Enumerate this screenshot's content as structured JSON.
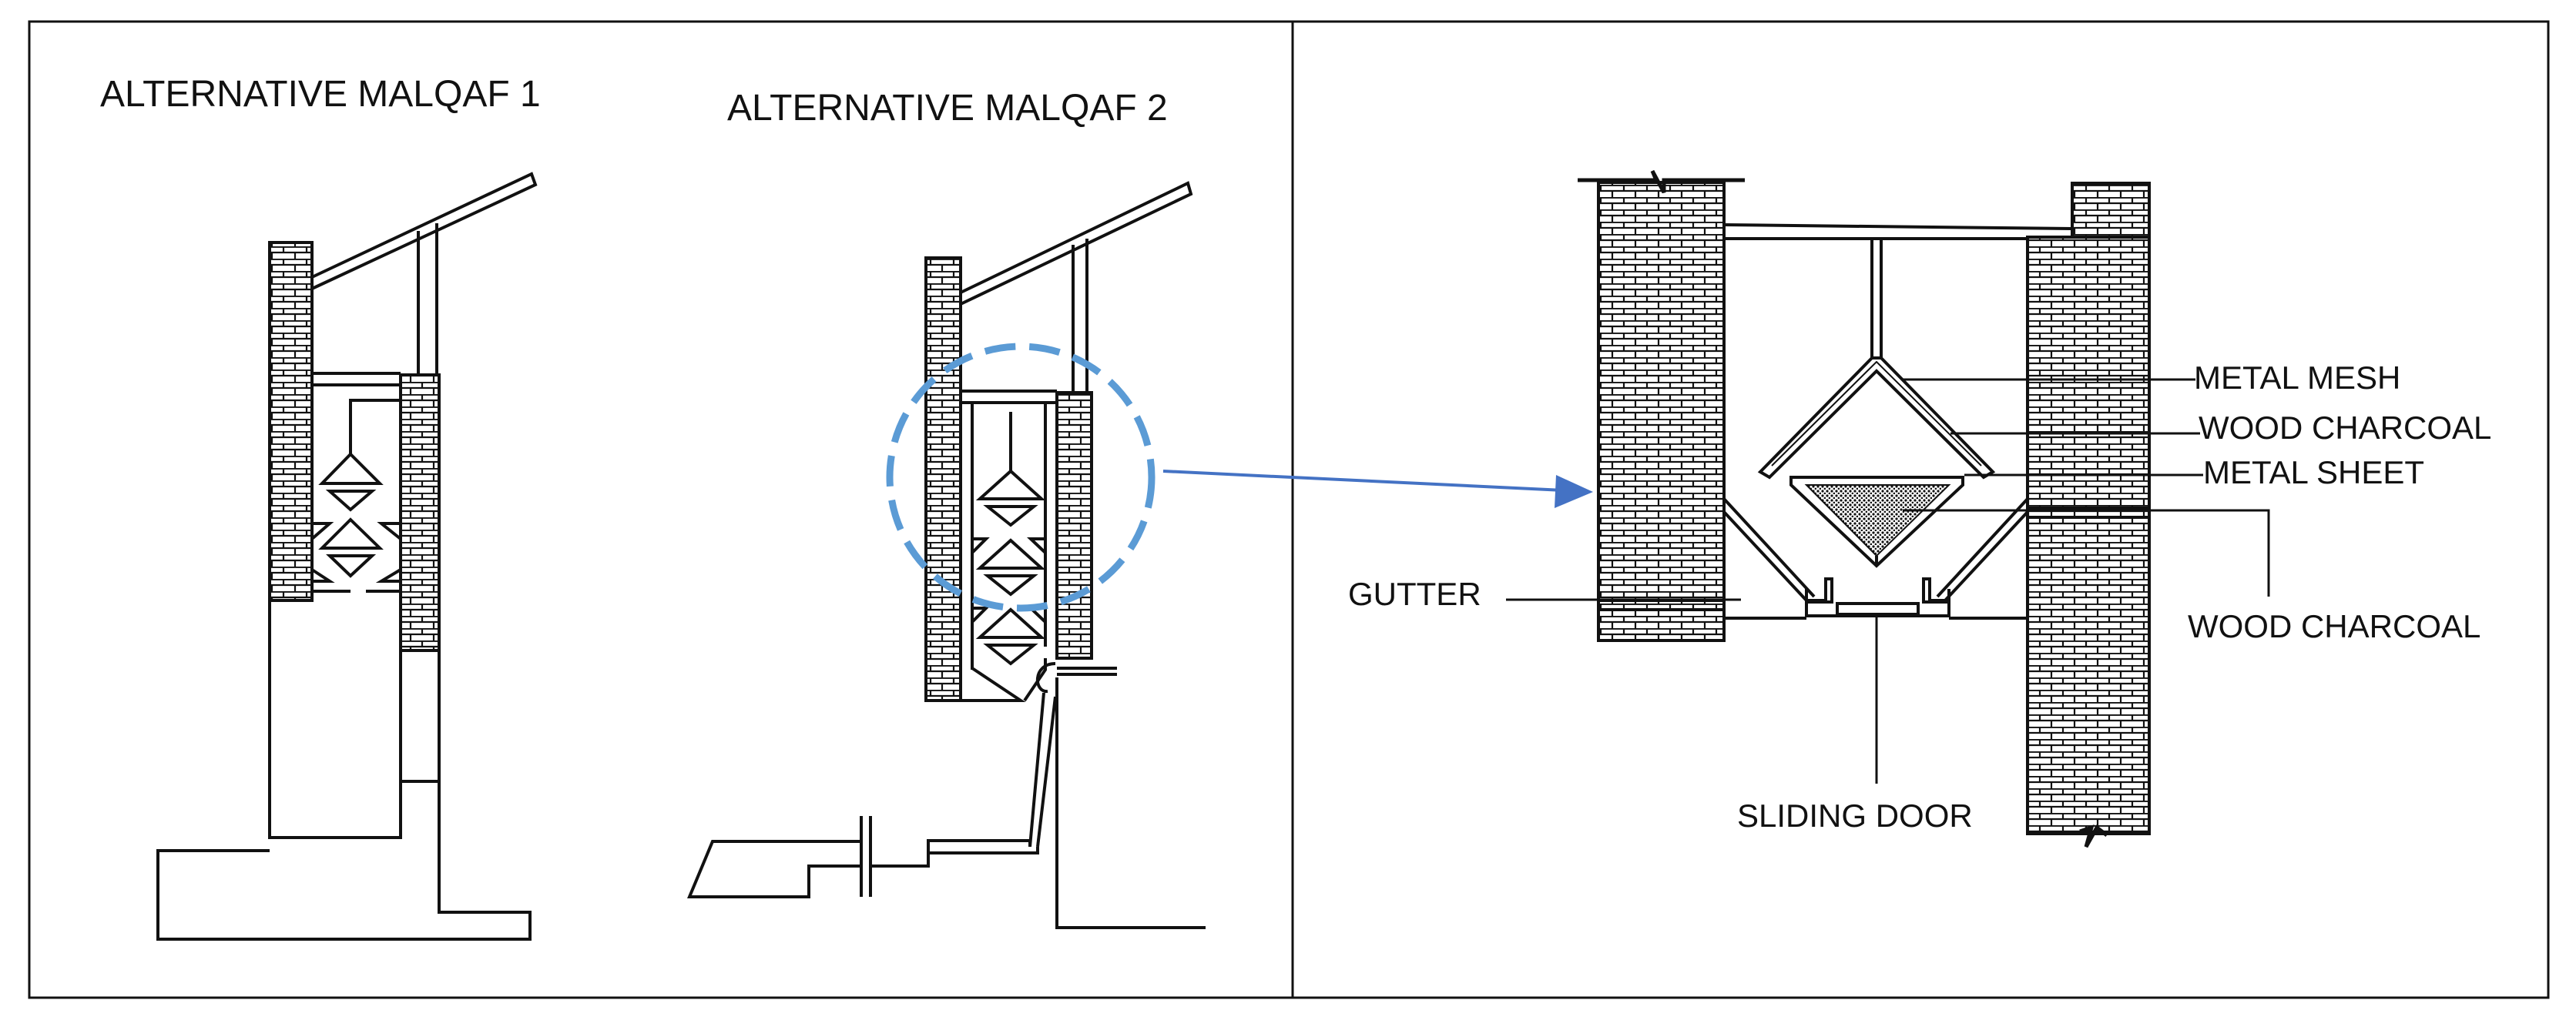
{
  "titles": {
    "malqaf1": "ALTERNATIVE MALQAF 1",
    "malqaf2": "ALTERNATIVE MALQAF 2"
  },
  "labels": {
    "metal_mesh": "METAL MESH",
    "wood_charcoal_upper": "WOOD CHARCOAL",
    "metal_sheet": "METAL SHEET",
    "wood_charcoal_lower": "WOOD CHARCOAL",
    "gutter": "GUTTER",
    "sliding_door": "SLIDING DOOR"
  },
  "colors": {
    "line": "#111111",
    "callout": "#5b9bd5",
    "arrow": "#4472c4"
  }
}
